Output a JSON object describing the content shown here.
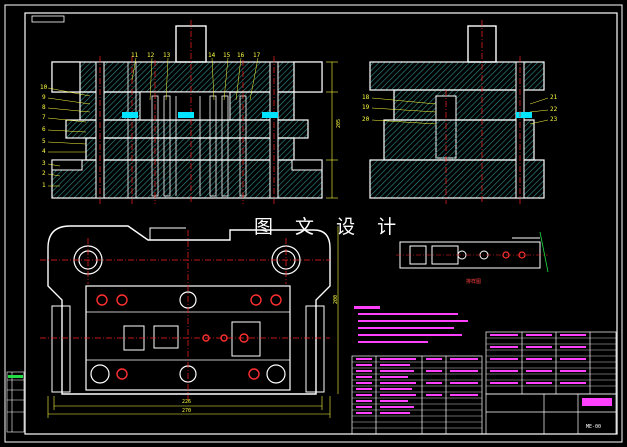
{
  "watermark": "图 文 设 计",
  "right_view": {
    "labels_left": [
      "18",
      "19",
      "20"
    ],
    "labels_right": [
      "21",
      "22",
      "23"
    ]
  },
  "front_view": {
    "top_labels": [
      "11",
      "12",
      "13",
      "14",
      "15",
      "16",
      "17"
    ],
    "left_labels": [
      "10",
      "9",
      "8",
      "7",
      "6",
      "5",
      "4",
      "3",
      "2",
      "1"
    ]
  },
  "strip_caption": "排样图",
  "dims": {
    "plan_bottom_1": "226",
    "plan_bottom_2": "270",
    "plan_right": "200",
    "front_right": "205"
  },
  "drawing_no": "ME-00",
  "colors": {
    "line": "#ffffff",
    "center": "#ff2020",
    "hatch": "#3aa0a0",
    "cyan": "#00e5ff",
    "green": "#22dd44",
    "magenta": "#ff40ff",
    "yellow": "#ffff40"
  }
}
